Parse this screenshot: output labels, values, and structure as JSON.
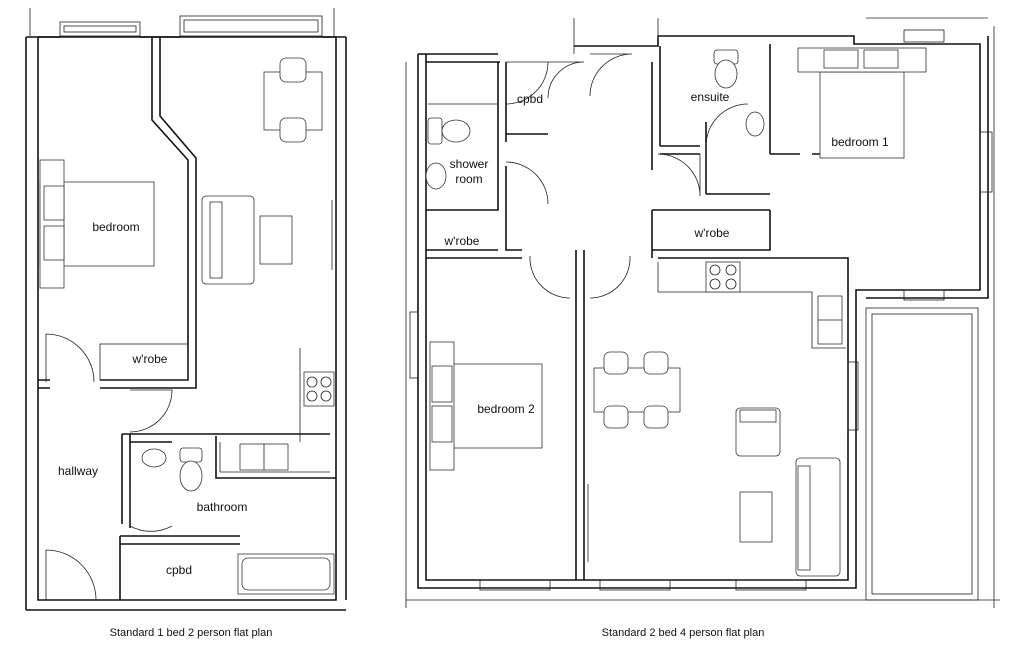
{
  "plans": [
    {
      "caption": "Standard 1 bed 2 person flat plan",
      "rooms": {
        "bedroom": "bedroom",
        "wrobe": "w'robe",
        "hallway": "hallway",
        "bathroom": "bathroom",
        "cpbd": "cpbd"
      }
    },
    {
      "caption": "Standard 2 bed 4 person flat plan",
      "rooms": {
        "cpbd": "cpbd",
        "shower": "shower",
        "room": "room",
        "ensuite": "ensuite",
        "bedroom1": "bedroom 1",
        "wrobe_left": "w'robe",
        "wrobe_right": "w'robe",
        "bedroom2": "bedroom 2"
      }
    }
  ]
}
